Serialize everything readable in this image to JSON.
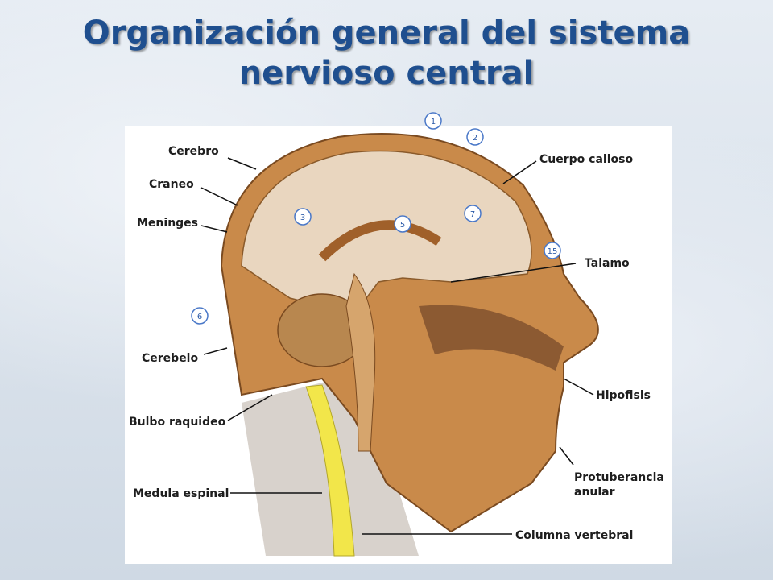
{
  "title": {
    "line1": "Organización general del sistema",
    "line2": "nervioso central"
  },
  "labels": {
    "cerebro": "Cerebro",
    "craneo": "Craneo",
    "meninges": "Meninges",
    "cerebelo": "Cerebelo",
    "bulbo": "Bulbo raquideo",
    "medula": "Medula espinal",
    "cuerpo_calloso": "Cuerpo calloso",
    "talamo": "Talamo",
    "hipofisis": "Hipofisis",
    "protuberancia": "Protuberancia anular",
    "columna": "Columna vertebral"
  },
  "markers": [
    "1",
    "2",
    "3",
    "5",
    "7",
    "15",
    "6"
  ],
  "colors": {
    "title": "#1f4f8f",
    "tissue": "#c98a4a",
    "brain": "#e9d6bf",
    "spinal_cord": "#f2e64a"
  }
}
